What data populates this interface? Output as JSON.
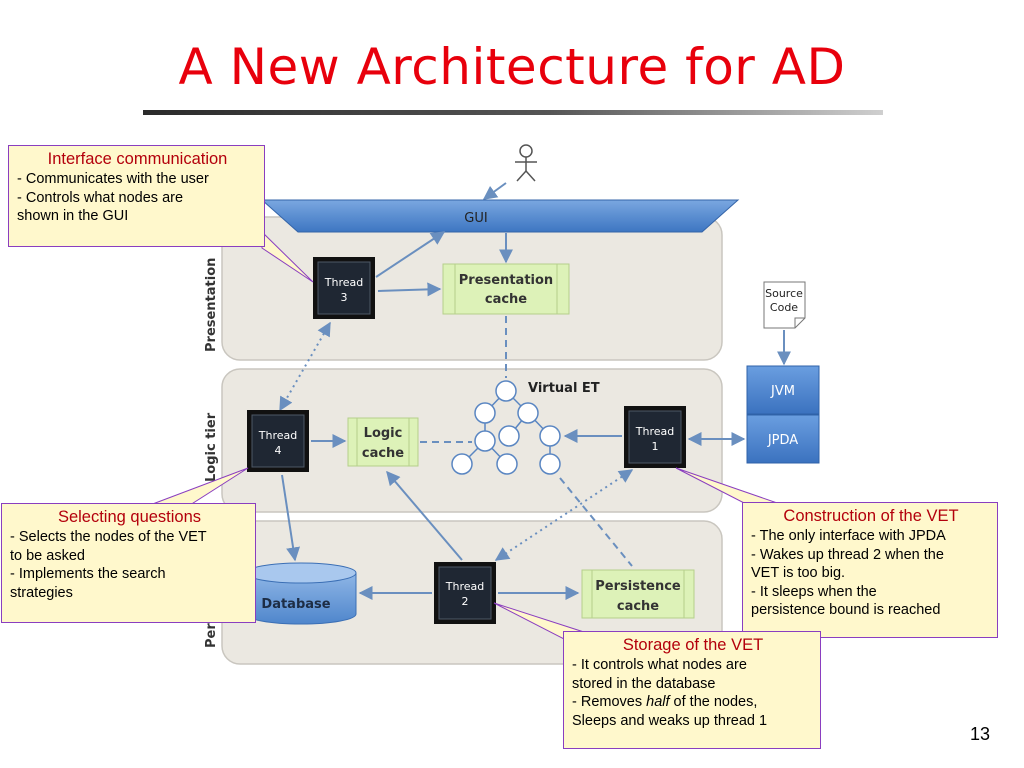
{
  "title": "A New Architecture for AD",
  "page_number": "13",
  "tiers": {
    "presentation": "Presentation",
    "logic": "Logic tier",
    "persistence": "Per"
  },
  "gui": {
    "label": "GUI"
  },
  "threads": {
    "t3": {
      "line1": "Thread",
      "line2": "3"
    },
    "t4": {
      "line1": "Thread",
      "line2": "4"
    },
    "t1": {
      "line1": "Thread",
      "line2": "1"
    },
    "t2": {
      "line1": "Thread",
      "line2": "2"
    }
  },
  "caches": {
    "presentation": {
      "line1": "Presentation",
      "line2": "cache"
    },
    "logic": {
      "line1": "Logic",
      "line2": "cache"
    },
    "persistence": {
      "line1": "Persistence",
      "line2": "cache"
    }
  },
  "virtual_et": "Virtual ET",
  "database": "Database",
  "source_code": {
    "line1": "Source",
    "line2": "Code"
  },
  "jvm": "JVM",
  "jpda": "JPDA",
  "callouts": {
    "interface": {
      "heading": "Interface communication",
      "lines": [
        "- Communicates with the user",
        "- Controls what nodes are",
        "shown in the GUI"
      ]
    },
    "selecting": {
      "heading": "Selecting questions",
      "lines": [
        "- Selects the nodes of the VET",
        "to be asked",
        "- Implements the search",
        "strategies"
      ]
    },
    "construction": {
      "heading": "Construction of the VET",
      "lines": [
        "- The only interface with JPDA",
        "- Wakes up thread 2 when the",
        "VET is too big.",
        "- It sleeps when the",
        "persistence bound is reached"
      ]
    },
    "storage": {
      "heading": "Storage of the VET",
      "lines": [
        "- It controls what nodes are",
        "stored in the database"
      ],
      "removes_prefix": "- Removes ",
      "removes_emph": "half",
      "removes_suffix": " of the nodes,",
      "last_line": "Sleeps and weaks up thread 1"
    }
  },
  "colors": {
    "title": "#e8000c",
    "callout_bg": "#fff8cc",
    "callout_border": "#8a3ec0",
    "callout_heading": "#b3000c",
    "tier_bg": "#ebe8e1",
    "cache_fill": "#ddf2b8",
    "thread_fill": "#1f2733",
    "jvm_fill": "#4a86d0",
    "arrow": "#6a8fbf"
  }
}
